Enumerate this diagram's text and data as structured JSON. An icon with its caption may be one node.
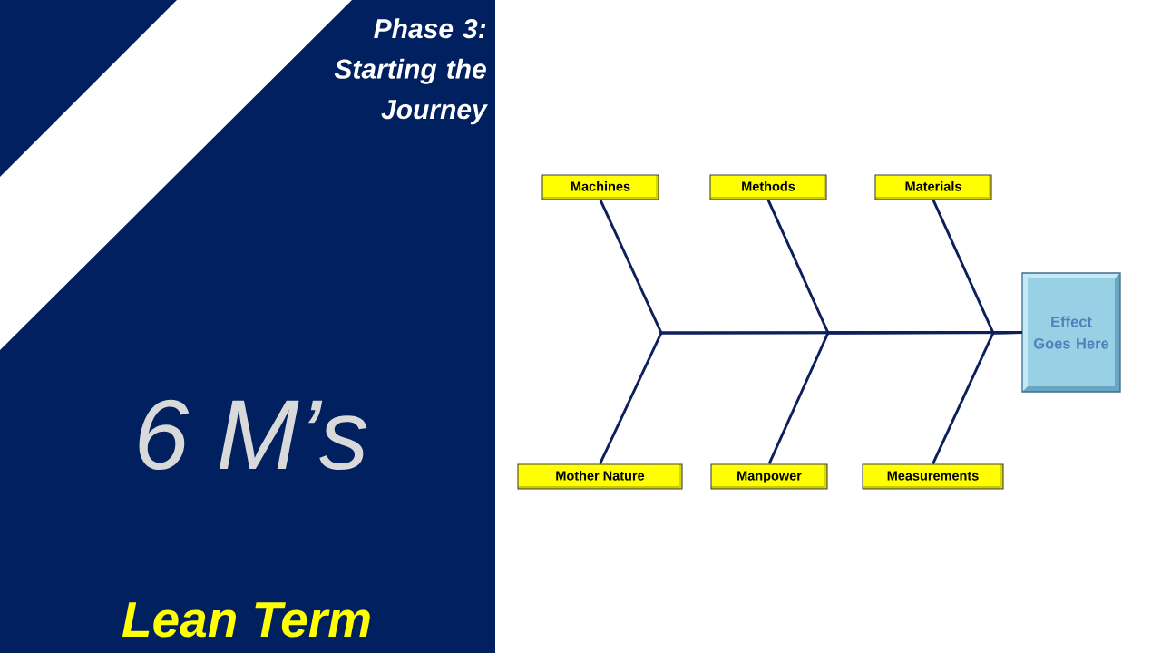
{
  "diagram": {
    "title": "6 M’s",
    "nodes": [
      {
        "text": [
          "Machines"
        ]
      },
      {
        "text": [
          "Methods"
        ]
      },
      {
        "text": [
          "Materials"
        ]
      },
      {
        "text": [
          "Mother Nature"
        ]
      },
      {
        "text": [
          "Manpower"
        ]
      },
      {
        "text": [
          "Measurements"
        ]
      },
      {
        "text": [
          "Effect Goes Here"
        ]
      }
    ],
    "edges": [
      {
        "from": 0,
        "to": 6,
        "arrow": "none"
      },
      {
        "from": 1,
        "to": 6,
        "arrow": "none"
      },
      {
        "from": 2,
        "to": 6,
        "arrow": "none"
      },
      {
        "from": 3,
        "to": 6,
        "arrow": "none"
      },
      {
        "from": 4,
        "to": 6,
        "arrow": "none"
      },
      {
        "from": 5,
        "to": 6,
        "arrow": "none"
      }
    ],
    "labels": [
      "Phase 3: Starting the Journey",
      "Lean Term"
    ]
  }
}
